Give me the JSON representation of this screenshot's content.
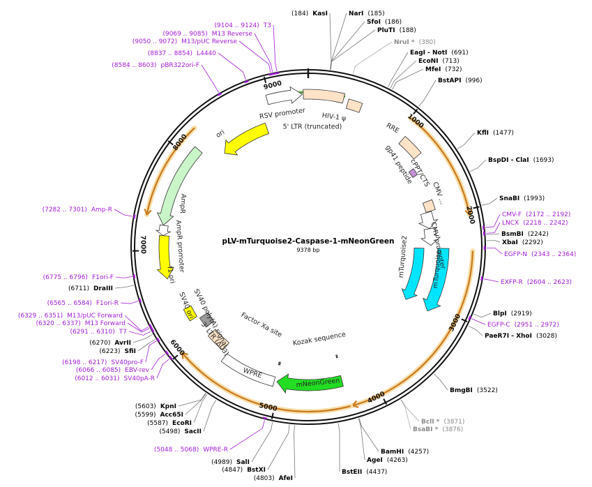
{
  "plasmid": {
    "name": "pLV-mTurquoise2-Caspase-1-mNeonGreen",
    "length_label": "9378 bp",
    "total_bp": 9378
  },
  "colors": {
    "primer": "#a21cd6",
    "orange_arrow": "#c9781e",
    "orange_glow": "#f7dfa8",
    "cyan": "#00e5ff",
    "green_bright": "#22dd22",
    "yellow": "#ffff00",
    "light_green": "#c9f5c9",
    "peach": "#fde3c8",
    "gray_feature": "#9a9a9a",
    "gray_site": "#8a8a8a"
  },
  "ticks": [
    {
      "bp": 1000,
      "label": "1000"
    },
    {
      "bp": 2000,
      "label": "2000"
    },
    {
      "bp": 3000,
      "label": "3000"
    },
    {
      "bp": 4000,
      "label": "4000"
    },
    {
      "bp": 5000,
      "label": "5000"
    },
    {
      "bp": 6000,
      "label": "6000"
    },
    {
      "bp": 7000,
      "label": "7000"
    },
    {
      "bp": 8000,
      "label": "8000"
    },
    {
      "bp": 9000,
      "label": "9000"
    }
  ],
  "features": [
    {
      "id": "rsv-promoter",
      "label": "RSV promoter",
      "start": 8970,
      "end": 9320,
      "dir": "fwd",
      "color": "#ffffff"
    },
    {
      "id": "5-ltr",
      "label": "5' LTR (truncated)",
      "start": 9330,
      "end": 350,
      "dir": "none",
      "color": "#fde3c8"
    },
    {
      "id": "hiv-psi",
      "label": "HIV-1 ψ",
      "start": 400,
      "end": 540,
      "dir": "none",
      "color": "#fde3c8"
    },
    {
      "id": "rre",
      "label": "RRE",
      "start": 1075,
      "end": 1308,
      "dir": "none",
      "color": "#fde3c8"
    },
    {
      "id": "gp41",
      "label": "gp41 peptide",
      "start": 1390,
      "end": 1470,
      "dir": "none",
      "color": "#c591d6"
    },
    {
      "id": "cppt",
      "label": "cPPT/CTS",
      "start": 1800,
      "end": 1918,
      "dir": "none",
      "color": "#fde3c8"
    },
    {
      "id": "cmv-enh",
      "label": "CMV ...",
      "start": 1925,
      "end": 2120,
      "dir": "fwd",
      "color": "#ffffff"
    },
    {
      "id": "cmv-prom",
      "label": "CMV promoter",
      "start": 2122,
      "end": 2325,
      "dir": "fwd",
      "color": "#ffffff"
    },
    {
      "id": "mturq-cds",
      "label": "mTurquoise",
      "start": 2360,
      "end": 3080,
      "dir": "fwd",
      "color": "#00e5ff"
    },
    {
      "id": "mturq2",
      "label": "mTurquoise2",
      "start": 2360,
      "end": 3080,
      "dir": "fwd",
      "color": "#00e5ff"
    },
    {
      "id": "kozak",
      "label": "Kozak sequence",
      "start": 4300,
      "end": 4315,
      "dir": "none",
      "color": "#666666"
    },
    {
      "id": "mneon",
      "label": "mNeonGreen",
      "start": 4320,
      "end": 5030,
      "dir": "fwd",
      "color": "#22dd22"
    },
    {
      "id": "factor-xa",
      "label": "Factor Xa site",
      "start": 5040,
      "end": 5060,
      "dir": "none",
      "color": "#666666"
    },
    {
      "id": "wpre",
      "label": "WPRE",
      "start": 5060,
      "end": 5660,
      "dir": "none",
      "color": "#ffffff"
    },
    {
      "id": "3-ltr",
      "label": "3' LTR (ΔU3)",
      "start": 5720,
      "end": 5950,
      "dir": "none",
      "color": "#fde3c8"
    },
    {
      "id": "sv40-polya",
      "label": "SV40 poly(A) signal",
      "start": 6040,
      "end": 6170,
      "dir": "none",
      "color": "#9a9a9a"
    },
    {
      "id": "sv40-ori",
      "label": "SV40 ori",
      "start": 6200,
      "end": 6340,
      "dir": "none",
      "color": "#ffff00"
    },
    {
      "id": "f1-ori",
      "label": "f1 ori",
      "start": 6700,
      "end": 7150,
      "dir": "rev",
      "color": "#ffff00"
    },
    {
      "id": "ampr-prom",
      "label": "AmpR promoter",
      "start": 7150,
      "end": 7255,
      "dir": "rev",
      "color": "#ffffff"
    },
    {
      "id": "ampr",
      "label": "AmpR",
      "start": 7256,
      "end": 8116,
      "dir": "rev",
      "color": "#c9f5c9"
    },
    {
      "id": "ori",
      "label": "ori",
      "start": 8290,
      "end": 8879,
      "dir": "rev",
      "color": "#ffff00"
    }
  ],
  "sites": [
    {
      "label": "KasI",
      "coord": "(184)",
      "bp": 184,
      "bold": true,
      "gray": false
    },
    {
      "label": "NarI",
      "coord": "(185)",
      "bp": 185,
      "bold": true,
      "gray": false
    },
    {
      "label": "SfoI",
      "coord": "(186)",
      "bp": 186,
      "bold": true,
      "gray": false
    },
    {
      "label": "PluTI",
      "coord": "(188)",
      "bp": 188,
      "bold": true,
      "gray": false
    },
    {
      "label": "NruI *",
      "coord": "(380)",
      "bp": 380,
      "bold": true,
      "gray": true
    },
    {
      "label": "EagI - NotI",
      "coord": "(691)",
      "bp": 691,
      "bold": true,
      "gray": false
    },
    {
      "label": "EcoNI",
      "coord": "(713)",
      "bp": 713,
      "bold": true,
      "gray": false
    },
    {
      "label": "MfeI",
      "coord": "(732)",
      "bp": 732,
      "bold": true,
      "gray": false
    },
    {
      "label": "BstAPI",
      "coord": "(996)",
      "bp": 996,
      "bold": true,
      "gray": false
    },
    {
      "label": "KflI",
      "coord": "(1477)",
      "bp": 1477,
      "bold": true,
      "gray": false
    },
    {
      "label": "BspDI - ClaI",
      "coord": "(1693)",
      "bp": 1693,
      "bold": true,
      "gray": false
    },
    {
      "label": "SnaBI",
      "coord": "(1993)",
      "bp": 1993,
      "bold": true,
      "gray": false
    },
    {
      "label": "BsmBI",
      "coord": "(2242)",
      "bp": 2242,
      "bold": true,
      "gray": false
    },
    {
      "label": "XbaI",
      "coord": "(2292)",
      "bp": 2292,
      "bold": true,
      "gray": false
    },
    {
      "label": "BlpI",
      "coord": "(2919)",
      "bp": 2919,
      "bold": true,
      "gray": false
    },
    {
      "label": "PaeR7I - XhoI",
      "coord": "(3028)",
      "bp": 3028,
      "bold": true,
      "gray": false
    },
    {
      "label": "BmgBI",
      "coord": "(3522)",
      "bp": 3522,
      "bold": true,
      "gray": false
    },
    {
      "label": "BclI *",
      "coord": "(3871)",
      "bp": 3871,
      "bold": true,
      "gray": true
    },
    {
      "label": "BsaBI *",
      "coord": "(3876)",
      "bp": 3876,
      "bold": true,
      "gray": true
    },
    {
      "label": "BamHI",
      "coord": "(4257)",
      "bp": 4257,
      "bold": true,
      "gray": false
    },
    {
      "label": "AgeI",
      "coord": "(4263)",
      "bp": 4263,
      "bold": true,
      "gray": false
    },
    {
      "label": "BstEII",
      "coord": "(4437)",
      "bp": 4437,
      "bold": true,
      "gray": false
    },
    {
      "label": "AfeI",
      "coord": "(4803)",
      "bp": 4803,
      "bold": true,
      "gray": false
    },
    {
      "label": "BstXI",
      "coord": "(4847)",
      "bp": 4847,
      "bold": true,
      "gray": false
    },
    {
      "label": "SalI",
      "coord": "(4989)",
      "bp": 4989,
      "bold": true,
      "gray": false
    },
    {
      "label": "SacII",
      "coord": "(5498)",
      "bp": 5498,
      "bold": true,
      "gray": false
    },
    {
      "label": "EcoRI",
      "coord": "(5587)",
      "bp": 5587,
      "bold": true,
      "gray": false
    },
    {
      "label": "Acc65I",
      "coord": "(5599)",
      "bp": 5599,
      "bold": true,
      "gray": false
    },
    {
      "label": "KpnI",
      "coord": "(5603)",
      "bp": 5603,
      "bold": true,
      "gray": false
    },
    {
      "label": "SfiI",
      "coord": "(6223)",
      "bp": 6223,
      "bold": true,
      "gray": false
    },
    {
      "label": "AvrII",
      "coord": "(6270)",
      "bp": 6270,
      "bold": true,
      "gray": false
    },
    {
      "label": "DraIII",
      "coord": "(6711)",
      "bp": 6711,
      "bold": true,
      "gray": false
    }
  ],
  "primers": [
    {
      "label": "T3",
      "coord": "(9104 .. 9124)",
      "bp": 9114
    },
    {
      "label": "M13 Reverse",
      "coord": "(9069 .. 9085)",
      "bp": 9077
    },
    {
      "label": "M13/pUC Reverse",
      "coord": "(9050 .. 9072)",
      "bp": 9061
    },
    {
      "label": "L4440",
      "coord": "(8837 .. 8854)",
      "bp": 8845
    },
    {
      "label": "pBR322ori-F",
      "coord": "(8584 .. 8603)",
      "bp": 8593
    },
    {
      "label": "CMV-F",
      "coord": "(2172 .. 2192)",
      "bp": 2182
    },
    {
      "label": "LNCX",
      "coord": "(2218 .. 2242)",
      "bp": 2230
    },
    {
      "label": "EGFP-N",
      "coord": "(2343 .. 2364)",
      "bp": 2353
    },
    {
      "label": "EXFP-R",
      "coord": "(2604 .. 2623)",
      "bp": 2613
    },
    {
      "label": "EGFP-C",
      "coord": "(2951 .. 2972)",
      "bp": 2961
    },
    {
      "label": "WPRE-R",
      "coord": "(5048 .. 5068)",
      "bp": 5058
    },
    {
      "label": "SV40pA-R",
      "coord": "(6012 .. 6031)",
      "bp": 6021
    },
    {
      "label": "EBV-rev",
      "coord": "(6066 .. 6085)",
      "bp": 6075
    },
    {
      "label": "SV40pro-F",
      "coord": "(6198 .. 6217)",
      "bp": 6207
    },
    {
      "label": "T7",
      "coord": "(6291 .. 6310)",
      "bp": 6300
    },
    {
      "label": "M13 Forward",
      "coord": "(6320 .. 6337)",
      "bp": 6328
    },
    {
      "label": "M13/pUC Forward",
      "coord": "(6329 .. 6351)",
      "bp": 6340
    },
    {
      "label": "F1ori-R",
      "coord": "(6565 .. 6584)",
      "bp": 6574
    },
    {
      "label": "F1ori-F",
      "coord": "(6775 .. 6796)",
      "bp": 6785
    },
    {
      "label": "Amp-R",
      "coord": "(7282 .. 7301)",
      "bp": 7291
    }
  ]
}
